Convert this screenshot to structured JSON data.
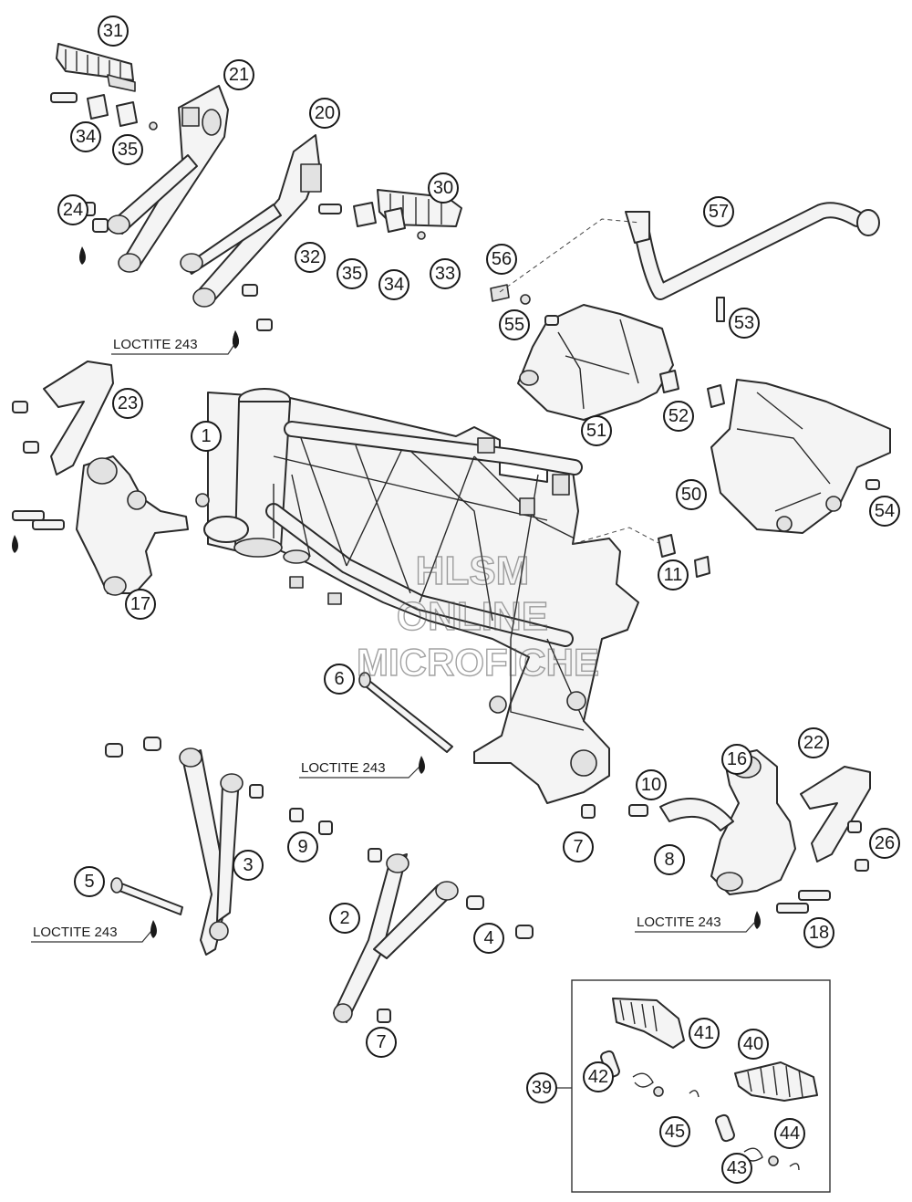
{
  "watermark": {
    "line1": "HLSM",
    "line2": "ONLINE",
    "line3": "MICROFICHE"
  },
  "loctite_label": "LOCTITE 243",
  "callouts": [
    "1",
    "2",
    "3",
    "4",
    "5",
    "6",
    "7",
    "7",
    "8",
    "9",
    "10",
    "11",
    "16",
    "17",
    "18",
    "20",
    "21",
    "22",
    "23",
    "24",
    "26",
    "30",
    "31",
    "32",
    "33",
    "34",
    "34",
    "35",
    "35",
    "39",
    "40",
    "41",
    "42",
    "43",
    "44",
    "45",
    "50",
    "51",
    "52",
    "53",
    "54",
    "55",
    "56",
    "57"
  ]
}
